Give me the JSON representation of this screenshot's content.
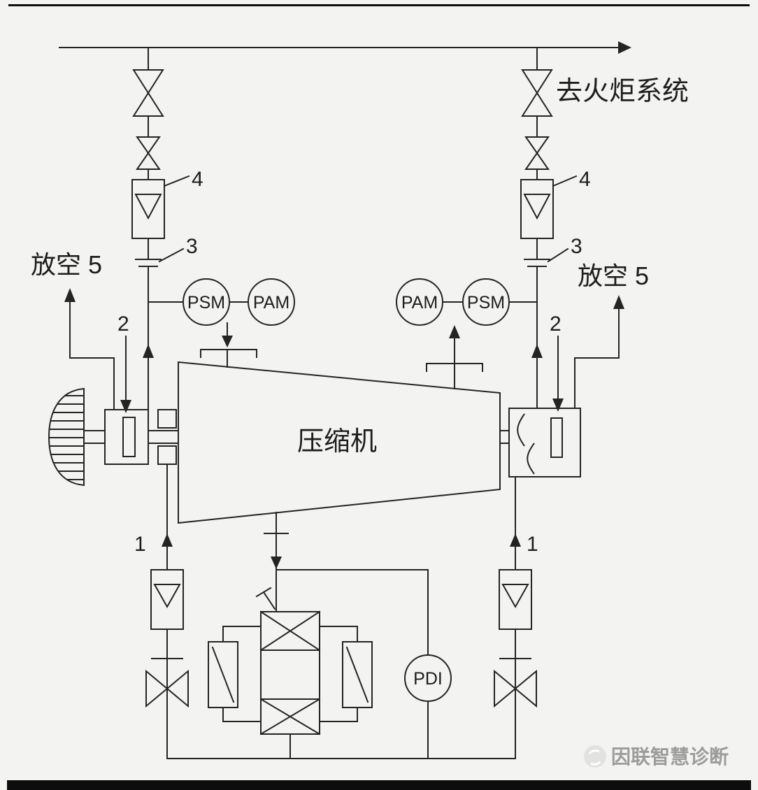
{
  "colors": {
    "background": "#f3f3f1",
    "line": "#242424",
    "frame": "#0d0d0d",
    "watermark": "#9c9c9c"
  },
  "labels": {
    "flare": "去火炬系统",
    "vent_left": "放空 5",
    "vent_right": "放空 5",
    "compressor": "压缩机",
    "watermark": "因联智慧诊断"
  },
  "instruments": {
    "psm_left": "PSM",
    "pam_left": "PAM",
    "pam_right": "PAM",
    "psm_right": "PSM",
    "pdi": "PDI"
  },
  "callouts": {
    "supply_left": "1",
    "supply_right": "1",
    "seal_left": "2",
    "seal_right": "2",
    "orifice_left": "3",
    "orifice_right": "3",
    "filter_left": "4",
    "filter_right": "4"
  }
}
